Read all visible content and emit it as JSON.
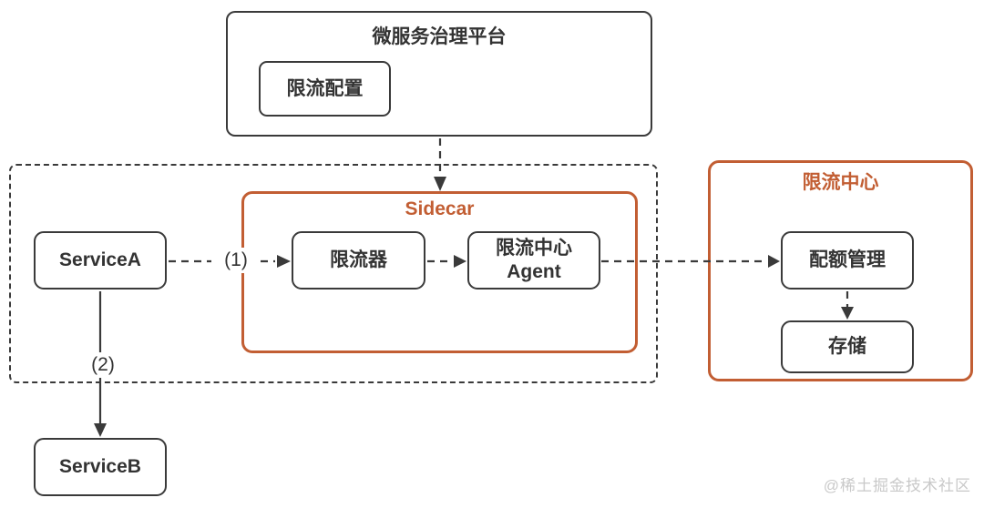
{
  "colors": {
    "accent_orange": "#C25E33",
    "line_dark": "#3A3A3A",
    "watermark_gray": "#C9C9C9"
  },
  "platform": {
    "title": "微服务治理平台",
    "config_box": "限流配置"
  },
  "mesh_group": {
    "service_a": "ServiceA",
    "service_b": "ServiceB",
    "sidecar": {
      "title": "Sidecar",
      "limiter": "限流器",
      "agent_line1": "限流中心",
      "agent_line2": "Agent"
    }
  },
  "limit_center": {
    "title": "限流中心",
    "quota": "配额管理",
    "storage": "存储"
  },
  "edge_labels": {
    "call_limiter": "(1)",
    "call_service_b": "(2)"
  },
  "watermark": "@稀土掘金技术社区"
}
